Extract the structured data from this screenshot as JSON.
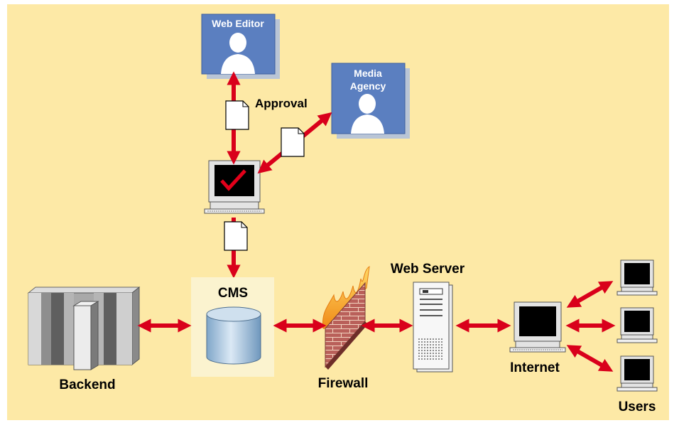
{
  "diagram": {
    "colors": {
      "background": "#fde9a6",
      "arrow": "#d9001b",
      "user_box": "#5b7fc0",
      "cms_panel": "#fbf3cf",
      "firewall_brick": "#b9605a",
      "flame": "#f6a21a"
    },
    "nodes": {
      "web_editor": {
        "label": "Web Editor",
        "icon": "user-icon"
      },
      "media_agency": {
        "label_line1": "Media",
        "label_line2": "Agency",
        "icon": "user-icon"
      },
      "approval": {
        "label": "Approval",
        "icon": "computer-checkmark-icon"
      },
      "cms": {
        "label": "CMS",
        "icon": "database-icon"
      },
      "backend": {
        "label": "Backend",
        "icon": "mainframe-icon"
      },
      "firewall": {
        "label": "Firewall",
        "icon": "firewall-icon"
      },
      "web_server": {
        "label": "Web Server",
        "icon": "server-tower-icon"
      },
      "internet": {
        "label": "Internet",
        "icon": "computer-icon"
      },
      "users": {
        "label": "Users",
        "icon": "computer-icon"
      }
    }
  }
}
